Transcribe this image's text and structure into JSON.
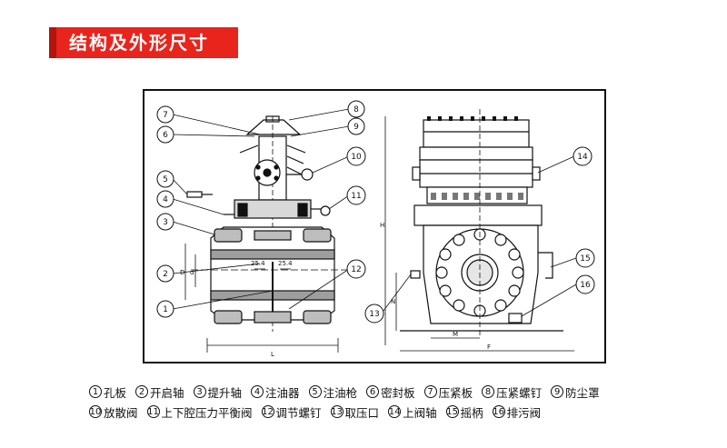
{
  "title": "结构及外形尺寸",
  "callouts": [
    "1",
    "2",
    "3",
    "4",
    "5",
    "6",
    "7",
    "8",
    "9",
    "10",
    "11",
    "12",
    "13",
    "14",
    "15",
    "16"
  ],
  "dimension_labels": {
    "d_left": "25.4",
    "d_right": "25.4",
    "d": "D",
    "d_small": "d",
    "l": "L",
    "h": "H",
    "n": "N",
    "m": "M",
    "f": "F"
  },
  "legend": {
    "row1": [
      {
        "num": "1",
        "label": "孔板"
      },
      {
        "num": "2",
        "label": "开启轴"
      },
      {
        "num": "3",
        "label": "提升轴"
      },
      {
        "num": "4",
        "label": "注油器"
      },
      {
        "num": "5",
        "label": "注油枪"
      },
      {
        "num": "6",
        "label": "密封板"
      },
      {
        "num": "7",
        "label": "压紧板"
      },
      {
        "num": "8",
        "label": "压紧螺钉"
      },
      {
        "num": "9",
        "label": "防尘罩"
      }
    ],
    "row2": [
      {
        "num": "10",
        "label": "放散阀"
      },
      {
        "num": "11",
        "label": "上下腔压力平衡阀"
      },
      {
        "num": "12",
        "label": "调节螺钉"
      },
      {
        "num": "13",
        "label": "取压口"
      },
      {
        "num": "14",
        "label": "上阀轴"
      },
      {
        "num": "15",
        "label": "摇柄"
      },
      {
        "num": "16",
        "label": "排污阀"
      }
    ]
  }
}
